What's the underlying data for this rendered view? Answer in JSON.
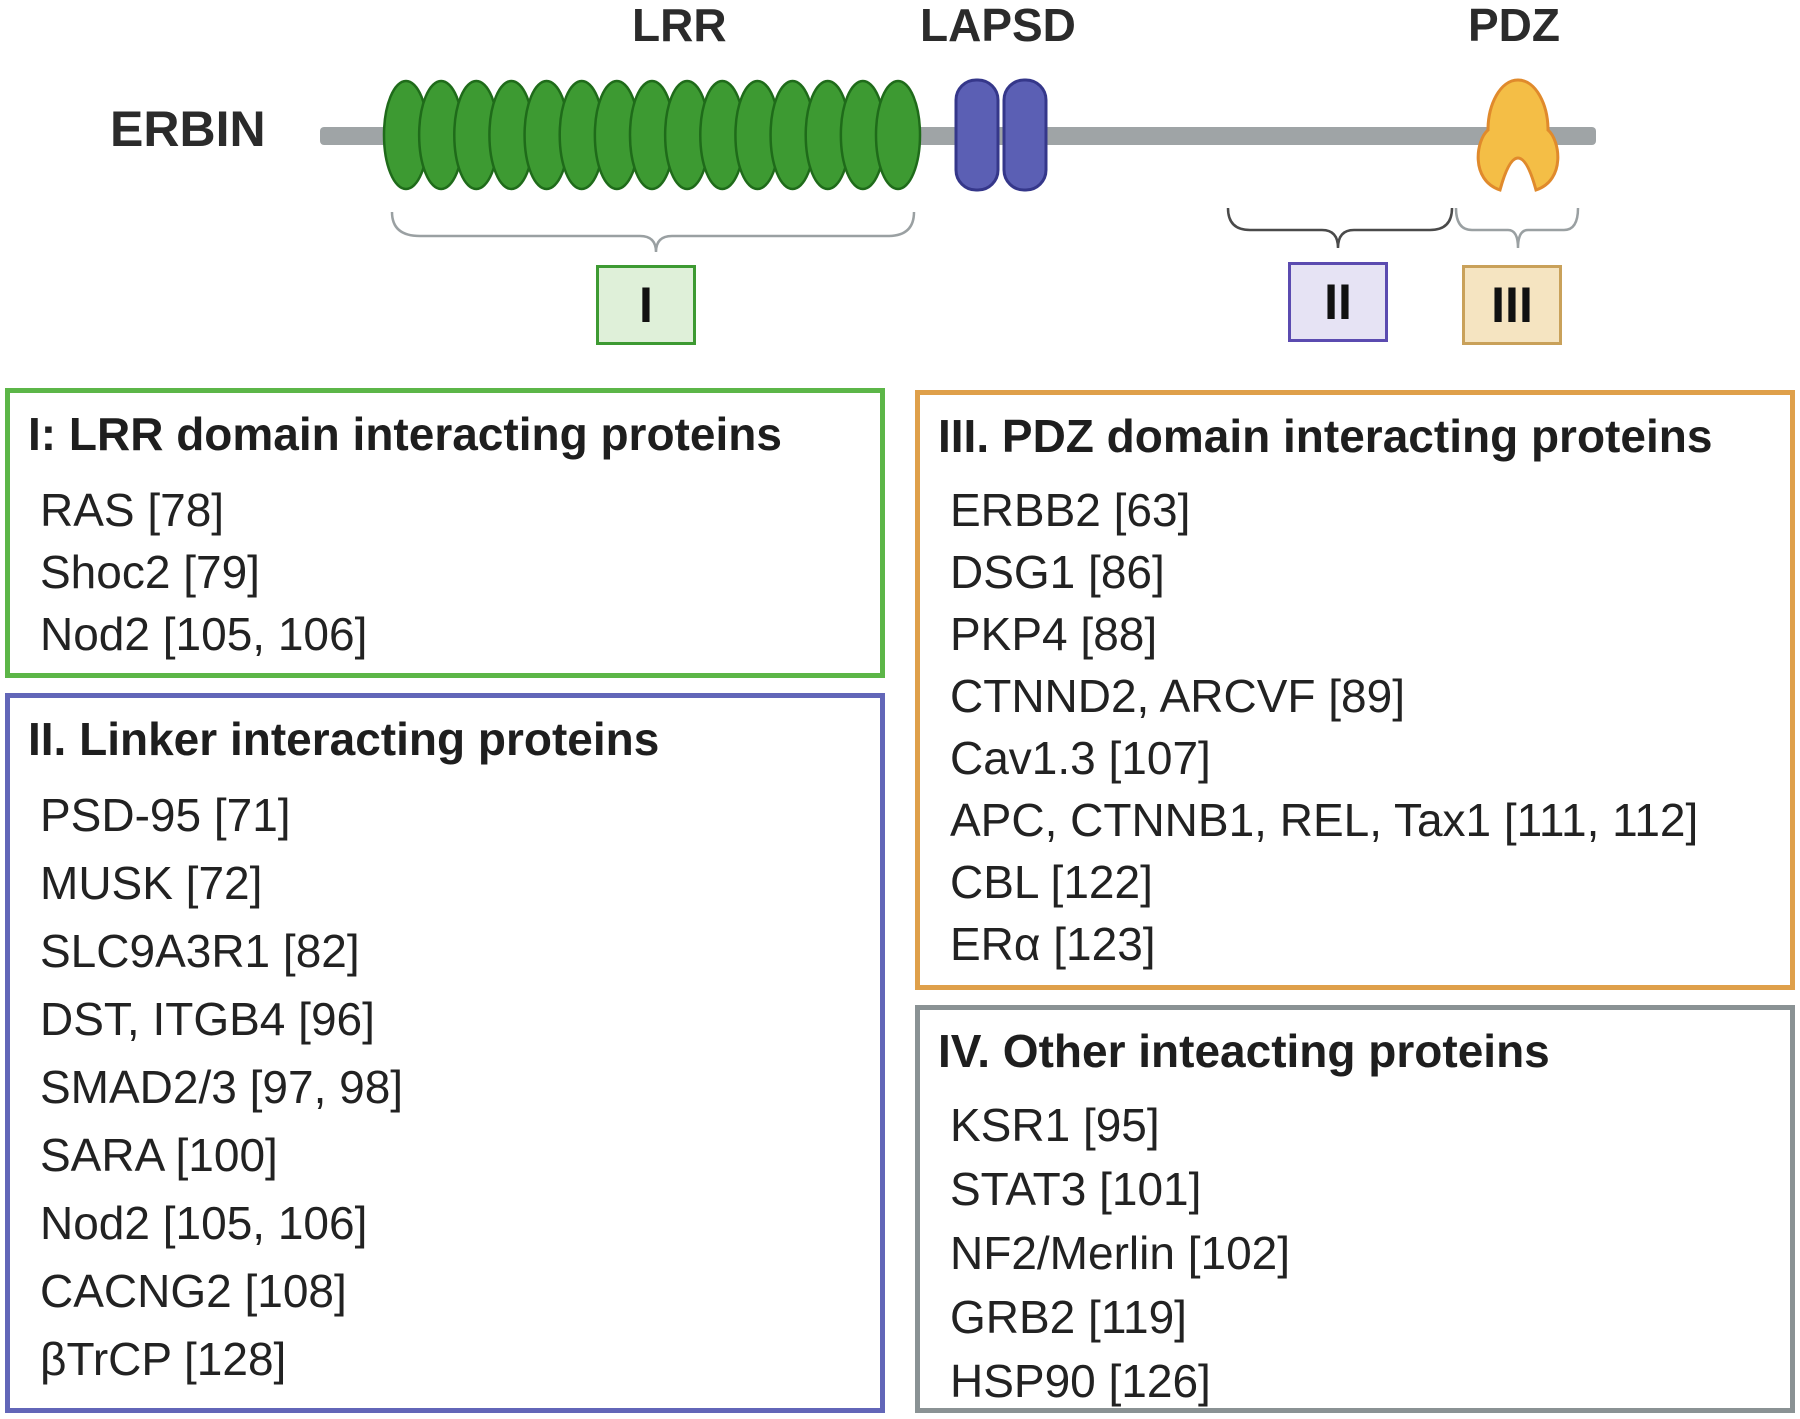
{
  "protein": "ERBIN",
  "domains": {
    "lrr": "LRR",
    "lapsd": "LAPSD",
    "pdz": "PDZ"
  },
  "regions": {
    "r1": "I",
    "r2": "II",
    "r3": "III"
  },
  "colors": {
    "lrr": "#3d9a32",
    "lapsd": "#5b5fb4",
    "pdz": "#f4be46",
    "backbone": "#9fa4a6",
    "panel1": "#5cb648",
    "panel2": "#6266b8",
    "panel3": "#dfa04a",
    "panel4": "#8a9294"
  },
  "panels": [
    {
      "title": "I: LRR domain interacting proteins",
      "items": [
        "RAS [78]",
        "Shoc2 [79]",
        "Nod2 [105, 106]"
      ]
    },
    {
      "title": "II. Linker interacting proteins",
      "items": [
        "PSD-95 [71]",
        "MUSK [72]",
        "SLC9A3R1 [82]",
        "DST, ITGB4 [96]",
        "SMAD2/3 [97, 98]",
        "SARA [100]",
        "Nod2 [105, 106]",
        "CACNG2 [108]",
        "βTrCP [128]"
      ]
    },
    {
      "title": "III. PDZ domain interacting proteins",
      "items": [
        "ERBB2 [63]",
        "DSG1 [86]",
        "PKP4 [88]",
        "CTNND2, ARCVF [89]",
        "Cav1.3 [107]",
        "APC, CTNNB1, REL, Tax1 [111, 112]",
        "CBL [122]",
        "ERα [123]"
      ]
    },
    {
      "title": "IV. Other inteacting proteins",
      "items": [
        "KSR1 [95]",
        "STAT3 [101]",
        "NF2/Merlin [102]",
        "GRB2 [119]",
        "HSP90 [126]"
      ]
    }
  ]
}
